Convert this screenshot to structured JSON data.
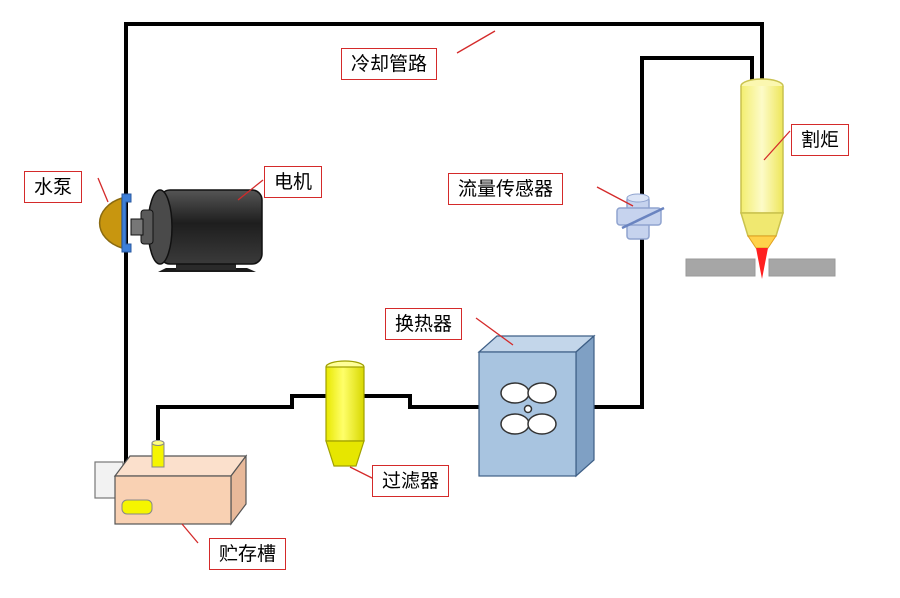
{
  "labels": {
    "cooling_pipe": "冷却管路",
    "torch": "割炬",
    "flow_sensor": "流量传感器",
    "water_pump": "水泵",
    "motor": "电机",
    "heat_exchanger": "换热器",
    "filter": "过滤器",
    "storage_tank": "贮存槽"
  },
  "colors": {
    "pipe": "#000000",
    "label_border": "#d42a2a",
    "pump": "#c8960f",
    "motor_body": "#2e2e2e",
    "tank": "#f9d1b3",
    "filter": "#f5f500",
    "heat_exchanger": "#a8c4e0",
    "torch": "#f9f59a",
    "flame": "#ff2020",
    "workpiece": "#a0a0a0",
    "sensor": "#c6d3ee"
  }
}
